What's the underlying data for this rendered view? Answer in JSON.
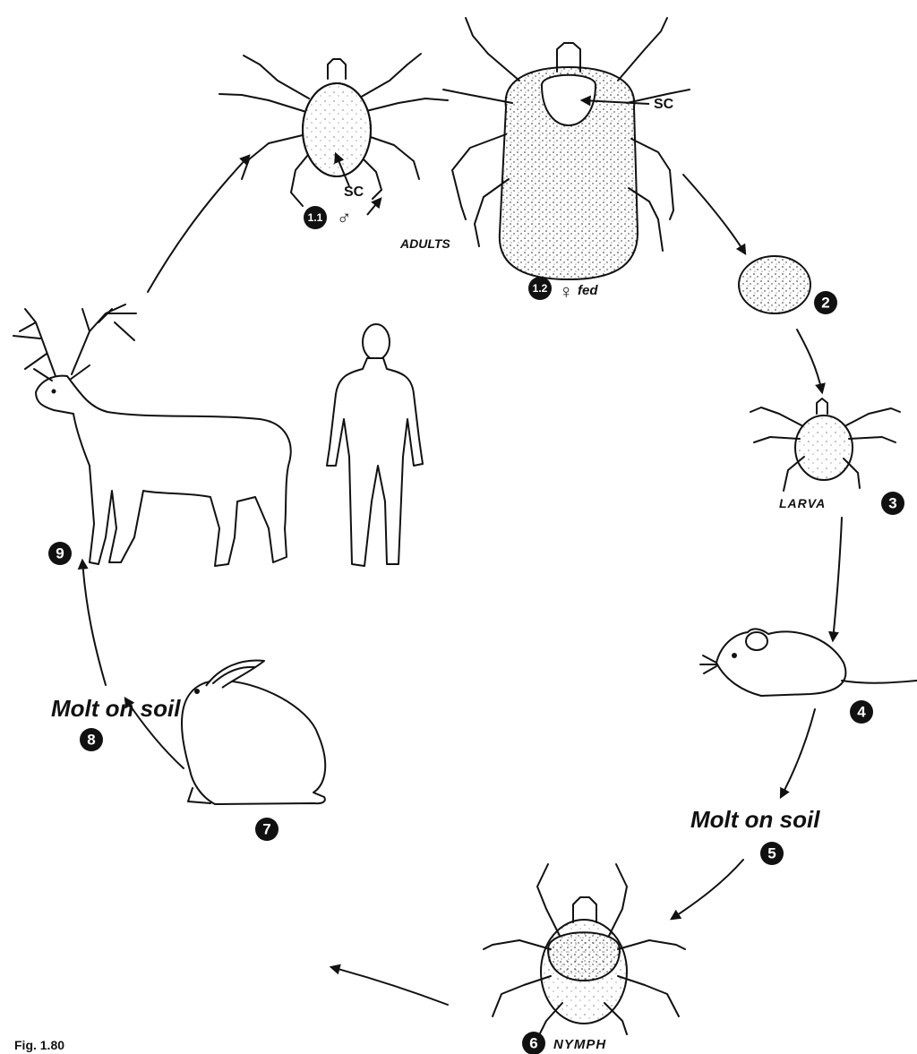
{
  "labels": {
    "adults": "ADULTS",
    "larva": "LARVA",
    "nymph": "NYMPH",
    "molt_1": "Molt on soil",
    "molt_2": "Molt on soil",
    "fed": "fed",
    "scutum_male": "SC",
    "scutum_female": "SC",
    "figure": "Fig. 1.80"
  },
  "badges": {
    "b11": "1.1",
    "b12": "1.2",
    "b2": "2",
    "b3": "3",
    "b4": "4",
    "b5": "5",
    "b6": "6",
    "b7": "7",
    "b8": "8",
    "b9": "9"
  },
  "symbols": {
    "male": "♂",
    "female": "♀"
  }
}
